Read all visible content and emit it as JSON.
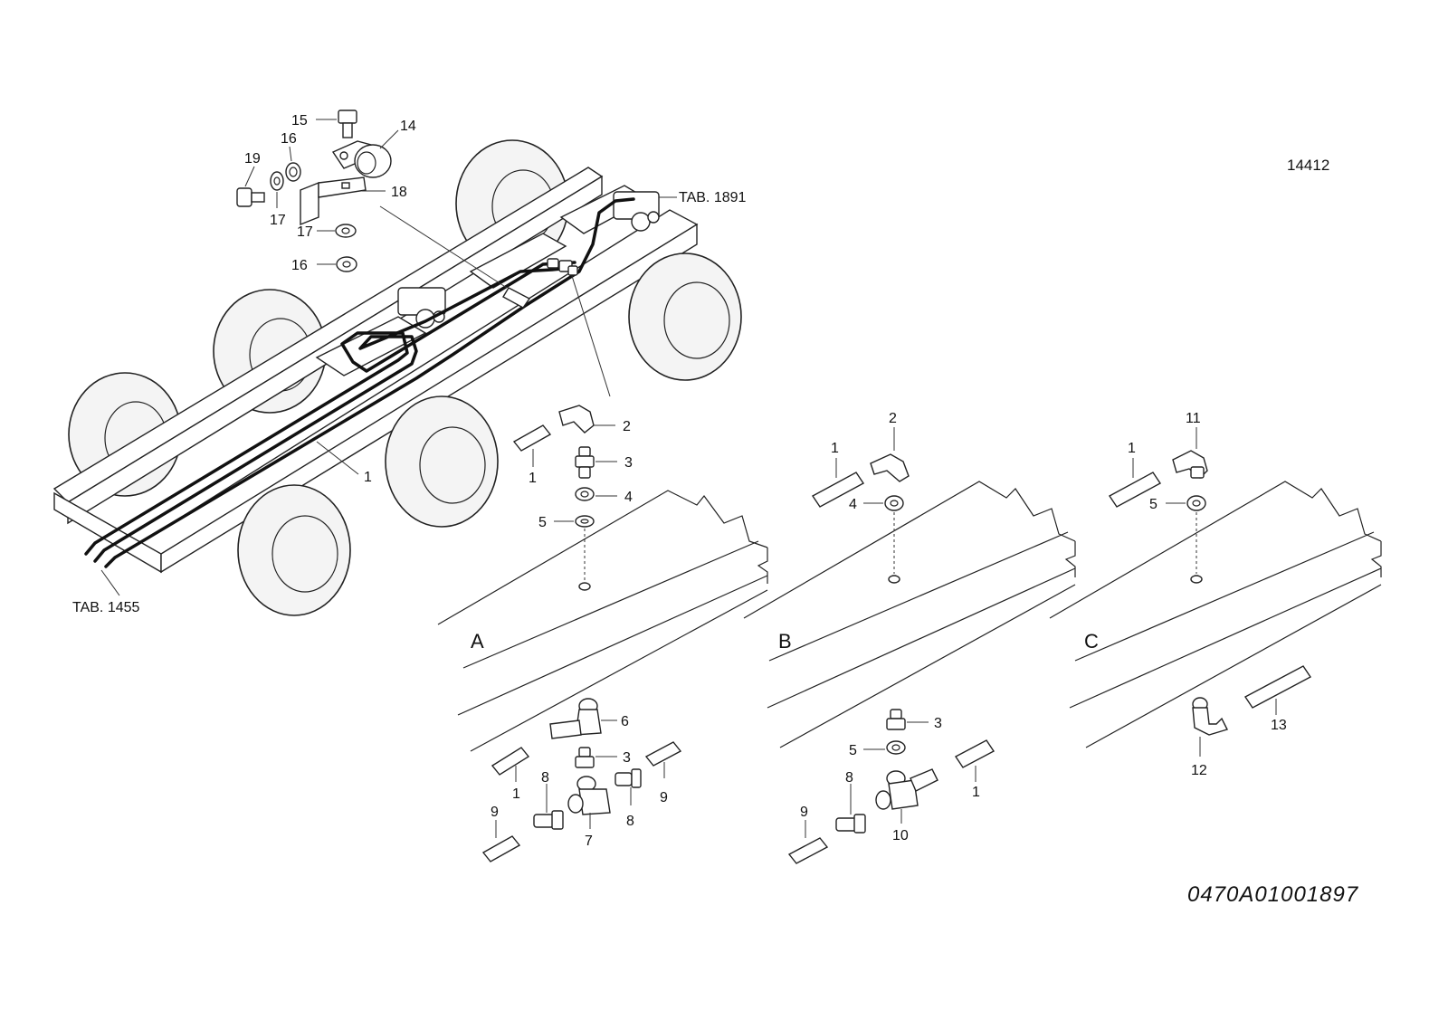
{
  "figure_number": "14412",
  "drawing_code": "0470A01001897",
  "references": {
    "tab_1891": "TAB. 1891",
    "tab_1455": "TAB. 1455"
  },
  "sections": {
    "a": "A",
    "b": "B",
    "c": "C"
  },
  "labels": {
    "top": {
      "p15": "15",
      "p14": "14",
      "p16a": "16",
      "p19": "19",
      "p17a": "17",
      "p18": "18",
      "p17b": "17",
      "p16b": "16",
      "p1": "1"
    },
    "a_upper": {
      "p2": "2",
      "p1": "1",
      "p3": "3",
      "p4": "4",
      "p5": "5"
    },
    "a_lower": {
      "p6": "6",
      "p3": "3",
      "p8a": "8",
      "p9a": "9",
      "p1": "1",
      "p9b": "9",
      "p8b": "8",
      "p7": "7"
    },
    "b_upper": {
      "p2": "2",
      "p1": "1",
      "p4": "4"
    },
    "b_lower": {
      "p3": "3",
      "p5": "5",
      "p8": "8",
      "p9": "9",
      "p10": "10",
      "p1": "1"
    },
    "c_upper": {
      "p11": "11",
      "p1": "1",
      "p5": "5"
    },
    "c_lower": {
      "p13": "13",
      "p12": "12"
    }
  }
}
